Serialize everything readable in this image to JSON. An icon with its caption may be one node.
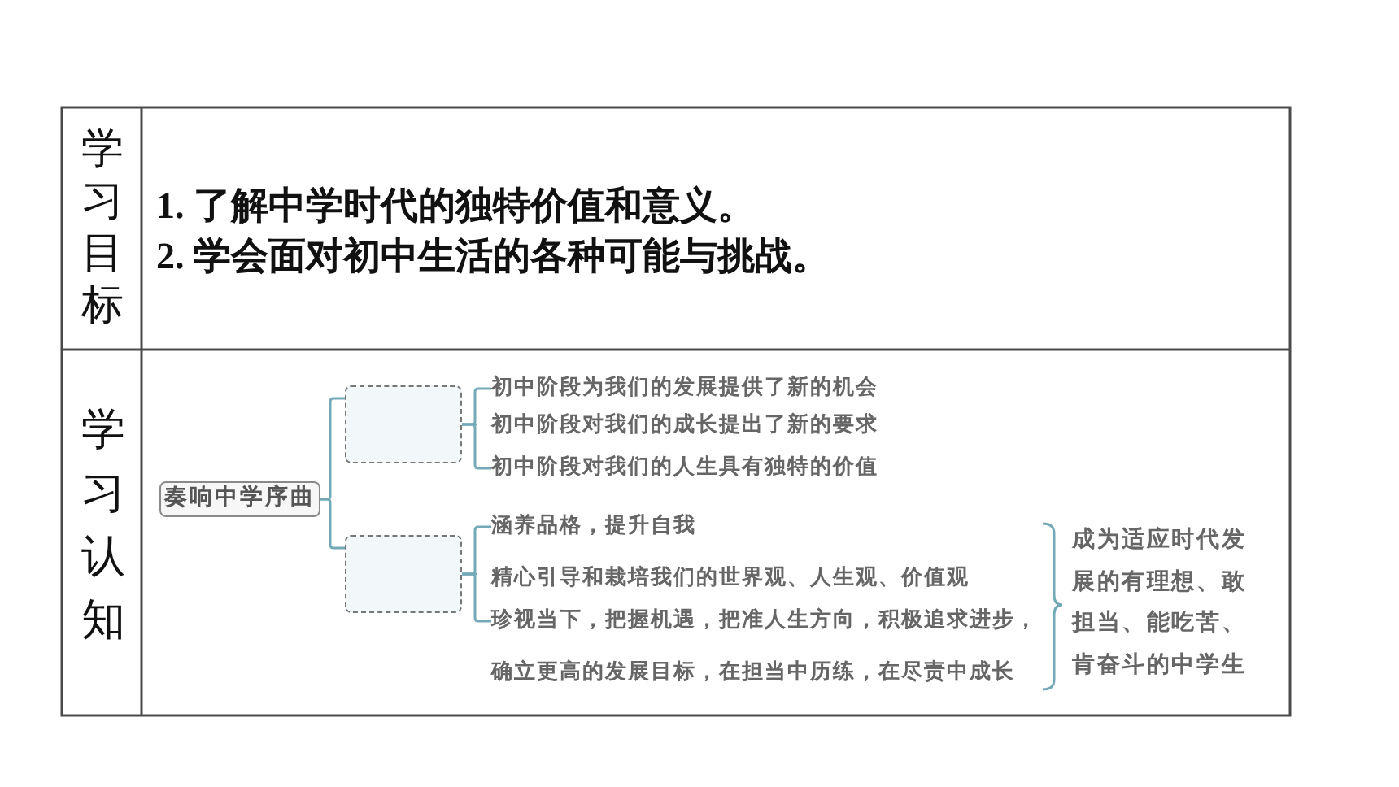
{
  "diagram": {
    "nodes": [
      {
        "text": [
          "奏响中学序曲"
        ]
      },
      {
        "text": [],
        "shape": "box"
      },
      {
        "text": [],
        "shape": "box"
      },
      {
        "text": [
          "初中阶段为我们的发展提供了新的机会"
        ]
      },
      {
        "text": [
          "初中阶段对我们的成长提出了新的要求"
        ]
      },
      {
        "text": [
          "初中阶段对我们的人生具有独特的价值"
        ]
      },
      {
        "text": [
          "涵养品格，提升自我"
        ]
      },
      {
        "text": [
          "精心引导和栽培我们的世界观、人生观、价值观"
        ]
      },
      {
        "text": [
          "珍视当下，把握机遇，把准人生方向，积极追求进步，确立更高的发展目标，在担当中历练，在尽责中成长"
        ]
      },
      {
        "text": [
          "成为适应时代发展的有理想、敢担当、能吃苦、肯奋斗的中学生"
        ]
      }
    ],
    "edges": [
      {
        "from": 0,
        "to": 1,
        "arrow": "none"
      },
      {
        "from": 0,
        "to": 2,
        "arrow": "none"
      },
      {
        "from": 1,
        "to": 3,
        "arrow": "none"
      },
      {
        "from": 1,
        "to": 4,
        "arrow": "none"
      },
      {
        "from": 1,
        "to": 5,
        "arrow": "none"
      },
      {
        "from": 2,
        "to": 6,
        "arrow": "none"
      },
      {
        "from": 2,
        "to": 7,
        "arrow": "none"
      },
      {
        "from": 2,
        "to": 8,
        "arrow": "none"
      }
    ],
    "labels": [
      "学习目标",
      "1. 了解中学时代的独特价值和意义。",
      "2. 学会面对初中生活的各种可能与挑战。",
      "学习认知"
    ]
  }
}
